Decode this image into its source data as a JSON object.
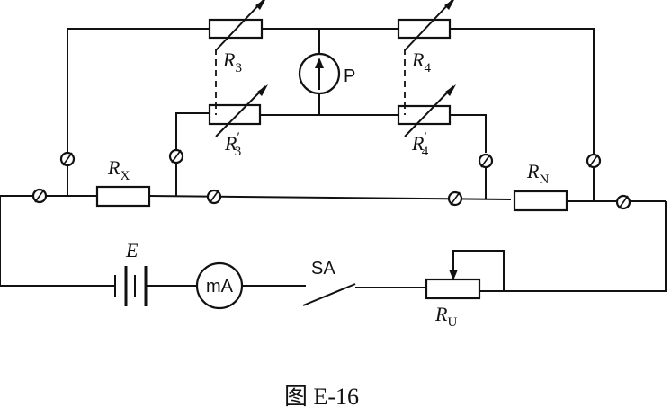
{
  "labels": {
    "R3": {
      "main": "R",
      "sub": "3"
    },
    "R4": {
      "main": "R",
      "sub": "4"
    },
    "R3p": {
      "main": "R",
      "sub": "3"
    },
    "R4p": {
      "main": "R",
      "sub": "4"
    },
    "RX": {
      "main": "R",
      "sub": "X"
    },
    "RN": {
      "main": "R",
      "sub": "N"
    },
    "RU": {
      "main": "R",
      "sub": "U"
    },
    "E": "E",
    "mA": "mA",
    "SA": "SA",
    "P": "P",
    "prime": "′"
  },
  "caption": "图 E-16"
}
